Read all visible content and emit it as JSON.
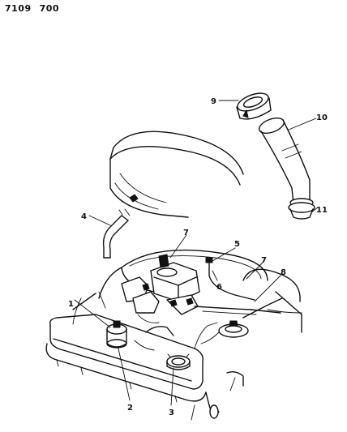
{
  "header": {
    "code_part1": "7109",
    "code_part2": "700"
  },
  "callouts": [
    {
      "id": "callout-1",
      "number": "1"
    },
    {
      "id": "callout-2",
      "number": "2"
    },
    {
      "id": "callout-3",
      "number": "3"
    },
    {
      "id": "callout-4",
      "number": "4"
    },
    {
      "id": "callout-5",
      "number": "5"
    },
    {
      "id": "callout-6",
      "number": "6"
    },
    {
      "id": "callout-7a",
      "number": "7"
    },
    {
      "id": "callout-7b",
      "number": "7"
    },
    {
      "id": "callout-8",
      "number": "8"
    },
    {
      "id": "callout-9",
      "number": "9"
    },
    {
      "id": "callout-10",
      "number": "10"
    },
    {
      "id": "callout-11",
      "number": "11"
    }
  ]
}
